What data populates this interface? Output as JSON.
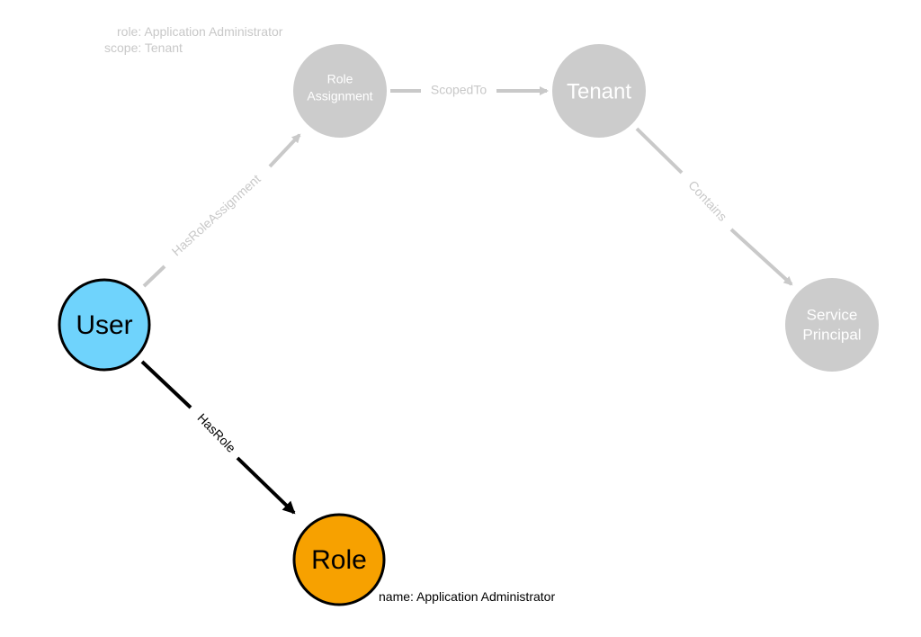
{
  "colors": {
    "dim_node_fill": "#cccccc",
    "dim_text": "#c8c8c8",
    "dim_edge": "#c9c9c9",
    "user_fill": "#6fd3fc",
    "role_fill": "#f7a100",
    "active_stroke": "#000000",
    "active_text": "#000000",
    "white_text": "#ffffff"
  },
  "nodes": {
    "role_assignment": {
      "line1": "Role",
      "line2": "Assignment"
    },
    "tenant": {
      "label": "Tenant"
    },
    "service_principal": {
      "line1": "Service",
      "line2": "Principal"
    },
    "user": {
      "label": "User"
    },
    "role": {
      "label": "Role"
    }
  },
  "edges": {
    "has_role_assignment": "HasRoleAssignment",
    "scoped_to": "ScopedTo",
    "contains": "Contains",
    "has_role": "HasRole"
  },
  "properties": {
    "role_assignment": {
      "line1": "role: Application Administrator",
      "line2": "scope: Tenant"
    },
    "role": {
      "line1": "name: Application Administrator"
    }
  }
}
